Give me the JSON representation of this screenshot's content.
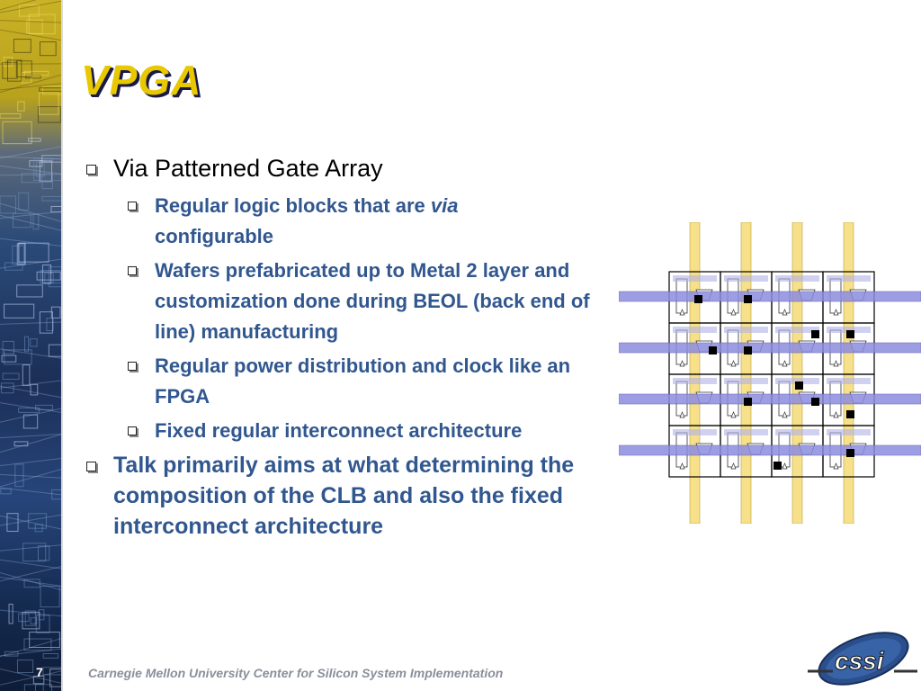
{
  "slide": {
    "title": "VPGA",
    "bullets": [
      {
        "text": "Via Patterned Gate Array",
        "sub": [
          {
            "pre": "Regular logic blocks that are ",
            "em": "via",
            "post": " configurable"
          },
          {
            "pre": "Wafers prefabricated up to Metal 2 layer and customization done during BEOL (back end of line) manufacturing",
            "em": "",
            "post": ""
          },
          {
            "pre": "Regular power distribution and clock like an FPGA",
            "em": "",
            "post": ""
          },
          {
            "pre": "Fixed regular interconnect architecture",
            "em": "",
            "post": ""
          }
        ]
      },
      {
        "text": "Talk primarily aims at what determining the composition of the CLB and also the fixed interconnect architecture",
        "sub": []
      }
    ]
  },
  "footer": {
    "page_number": "7",
    "organization": "Carnegie Mellon University Center for Silicon System Implementation",
    "logo_text": "cssi"
  },
  "colors": {
    "title": "#e8c800",
    "accent_blue": "#31578f",
    "wire_vertical": "#f7e08a",
    "wire_horizontal": "#8c8ce0"
  },
  "icons": [
    "bullet-box-icon",
    "chip-die-image",
    "vpga-array-diagram",
    "cssi-logo"
  ]
}
